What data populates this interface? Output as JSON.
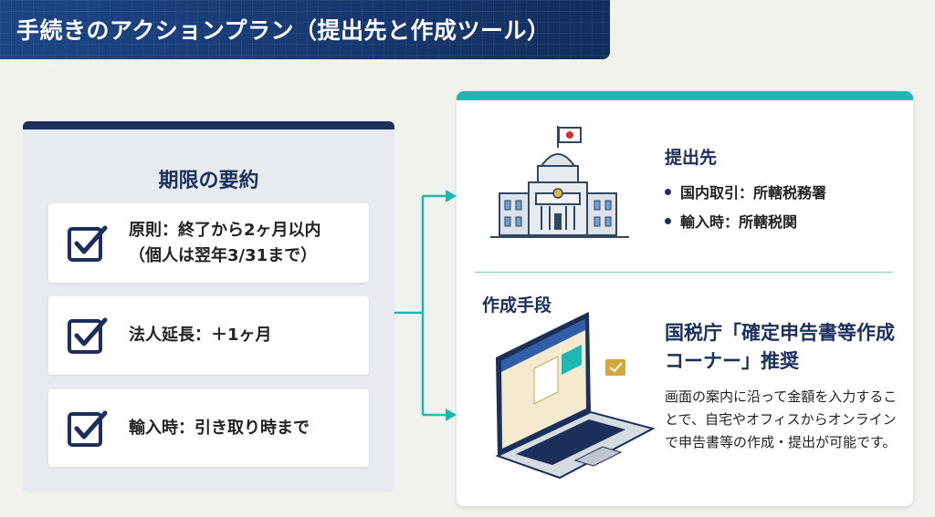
{
  "title": "手続きのアクションプラン（提出先と作成ツール）",
  "deadline": {
    "heading": "期限の要約",
    "items": [
      {
        "line1": "原則：終了から2ヶ月以内",
        "line2": "（個人は翌年3/31まで）"
      },
      {
        "line1": "法人延長：＋1ヶ月"
      },
      {
        "line1": "輸入時：引き取り時まで"
      }
    ]
  },
  "submission": {
    "heading": "提出先",
    "bullets": [
      "国内取引：所轄税務署",
      "輸入時：所轄税関"
    ]
  },
  "tool": {
    "label": "作成手段",
    "heading": "国税庁「確定申告書等作成コーナー」推奨",
    "body": "画面の案内に沿って金額を入力することで、自宅やオフィスからオンラインで申告書等の作成・提出が可能です。"
  },
  "colors": {
    "navy": "#1b2f5a",
    "teal": "#1db8b3",
    "flag_red": "#d32f2f"
  }
}
